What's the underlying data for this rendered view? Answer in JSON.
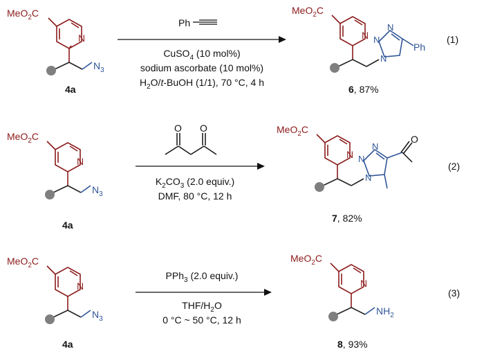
{
  "labels": {
    "meo2c": "MeO",
    "o2c_sub": "2",
    "ctail": "C",
    "n": "N",
    "n3_main": "N",
    "n3_sub": "3",
    "nh2_main": "NH",
    "nh2_sub": "2",
    "ph": "Ph",
    "o": "O"
  },
  "reactions": [
    {
      "number": "(1)",
      "sm_label": "4a",
      "reagent_above": "Ph",
      "cond_line1_pre": "CuSO",
      "cond_line1_sub": "4",
      "cond_line1_post": " (10 mol%)",
      "cond_line2": "sodium ascorbate (10 mol%)",
      "cond_line3_a": "H",
      "cond_line3_sub": "2",
      "cond_line3_b": "O/",
      "cond_line3_italic": "t",
      "cond_line3_c": "-BuOH (1/1), 70 °C, 4 h",
      "product_label": "6",
      "yield": ", 87%"
    },
    {
      "number": "(2)",
      "sm_label": "4a",
      "cond_line1_pre": "K",
      "cond_line1_sub": "2",
      "cond_line1_mid": "CO",
      "cond_line1_sub2": "3",
      "cond_line1_post": " (2.0 equiv.)",
      "cond_line2": "DMF, 80 °C, 12 h",
      "product_label": "7",
      "yield": ", 82%"
    },
    {
      "number": "(3)",
      "sm_label": "4a",
      "cond_line1_pre": "PPh",
      "cond_line1_sub": "3",
      "cond_line1_post": " (2.0 equiv.)",
      "cond_line2": "THF/H",
      "cond_line2_sub": "2",
      "cond_line2_post": "O",
      "cond_line3": "0 °C ~ 50 °C, 12 h",
      "product_label": "8",
      "yield": ", 93%"
    }
  ],
  "colors": {
    "ring": "#8b1a1a",
    "azide": "#2f5597",
    "text": "#111111",
    "dot": "#7f7f7f"
  }
}
